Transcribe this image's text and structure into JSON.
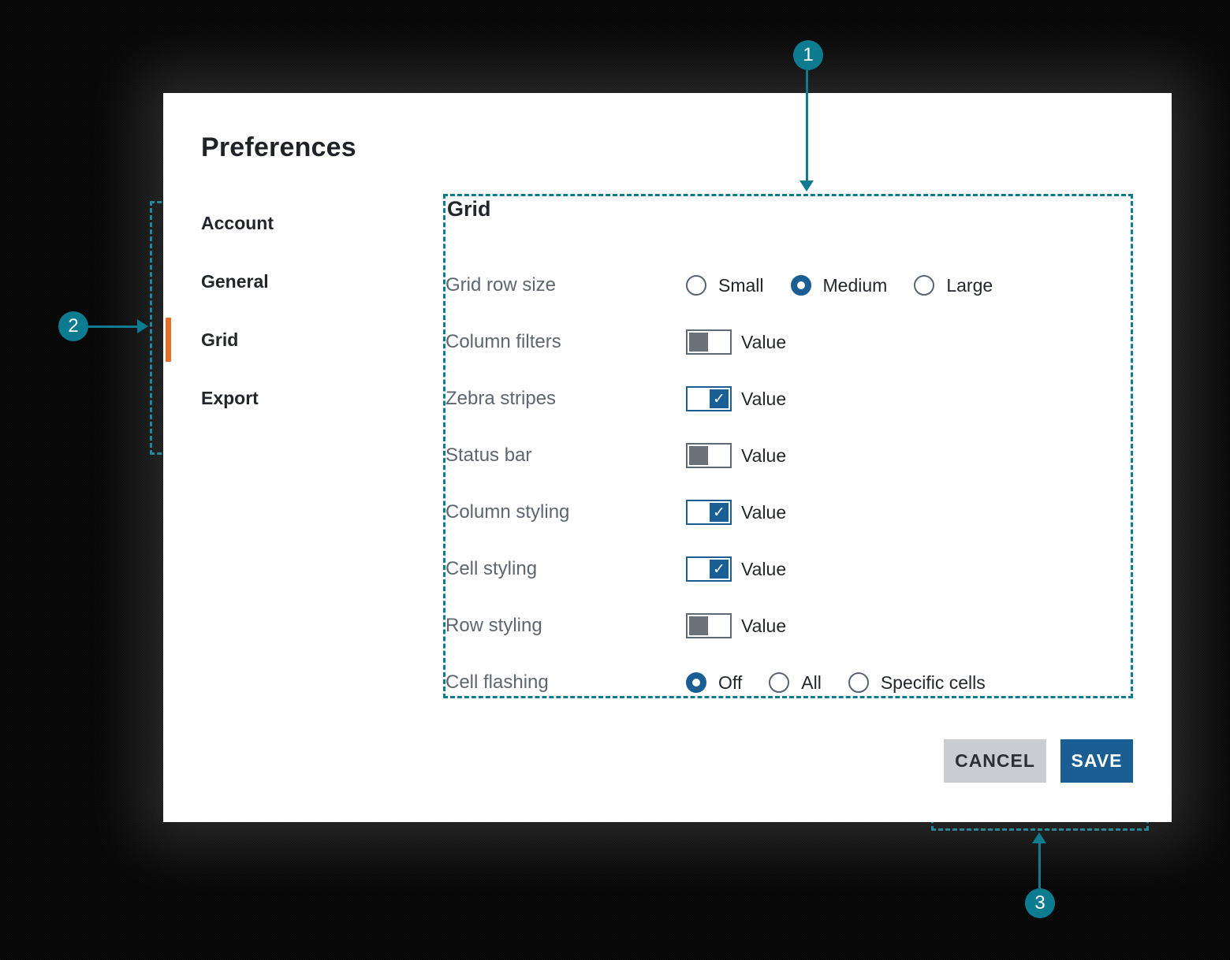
{
  "page": {
    "title": "Preferences"
  },
  "sidebar": {
    "items": [
      {
        "label": "Account",
        "active": false
      },
      {
        "label": "General",
        "active": false
      },
      {
        "label": "Grid",
        "active": true
      },
      {
        "label": "Export",
        "active": false
      }
    ]
  },
  "panel": {
    "heading": "Grid",
    "rows": [
      {
        "label": "Grid row size",
        "type": "radio-group",
        "options": [
          {
            "label": "Small",
            "selected": false
          },
          {
            "label": "Medium",
            "selected": true
          },
          {
            "label": "Large",
            "selected": false
          }
        ]
      },
      {
        "label": "Column filters",
        "type": "toggle",
        "on": false,
        "value_label": "Value"
      },
      {
        "label": "Zebra stripes",
        "type": "toggle",
        "on": true,
        "value_label": "Value"
      },
      {
        "label": "Status bar",
        "type": "toggle",
        "on": false,
        "value_label": "Value"
      },
      {
        "label": "Column styling",
        "type": "toggle",
        "on": true,
        "value_label": "Value"
      },
      {
        "label": "Cell styling",
        "type": "toggle",
        "on": true,
        "value_label": "Value"
      },
      {
        "label": "Row styling",
        "type": "toggle",
        "on": false,
        "value_label": "Value"
      },
      {
        "label": "Cell flashing",
        "type": "radio-group",
        "options": [
          {
            "label": "Off",
            "selected": true
          },
          {
            "label": "All",
            "selected": false
          },
          {
            "label": "Specific cells",
            "selected": false
          }
        ]
      }
    ]
  },
  "footer": {
    "cancel_label": "CANCEL",
    "save_label": "SAVE"
  },
  "annotations": {
    "callout1": "1",
    "callout2": "2",
    "callout3": "3"
  },
  "colors": {
    "annotation_teal": "#0d7b90",
    "accent_blue": "#1b5e93",
    "active_orange": "#e2702a",
    "label_gray": "#5d6671",
    "text_dark": "#22272c",
    "cancel_gray": "#c9cdd2"
  }
}
